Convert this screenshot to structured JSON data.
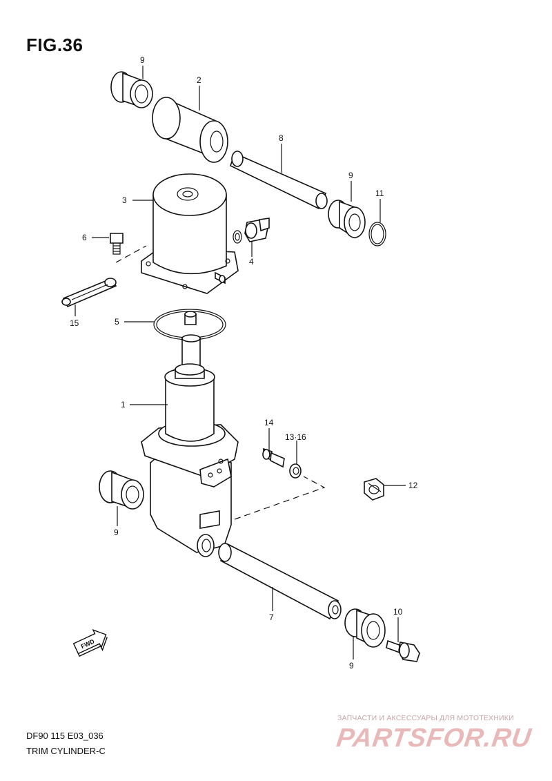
{
  "figure": {
    "title": "FIG.36"
  },
  "callouts": {
    "c1": "1",
    "c2": "2",
    "c3": "3",
    "c4": "4",
    "c5": "5",
    "c6": "6",
    "c7": "7",
    "c8": "8",
    "c9a": "9",
    "c9b": "9",
    "c9c": "9",
    "c9d": "9",
    "c10": "10",
    "c11": "11",
    "c12": "12",
    "c13_16": "13·16",
    "c14": "14",
    "c15": "15"
  },
  "fwd_badge": "FWD",
  "footer": {
    "code": "DF90 115 E03_036",
    "name": "TRIM CYLINDER-C"
  },
  "watermark": {
    "tagline": "ЗАПЧАСТИ И АКСЕССУАРЫ ДЛЯ МОТОТЕХНИКИ",
    "brand": "PARTSFOR.RU"
  }
}
